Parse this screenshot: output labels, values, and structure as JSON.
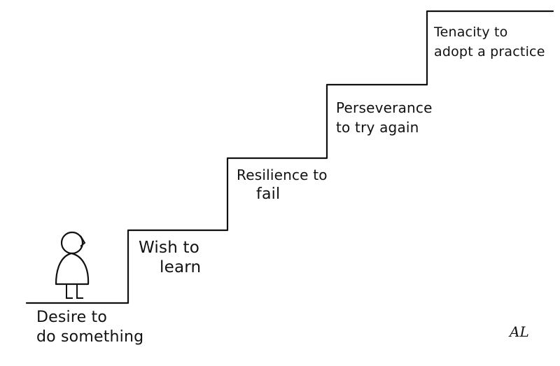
{
  "steps": [
    {
      "line1": "Desire to",
      "line2": "do something"
    },
    {
      "line1": "Wish to",
      "line2": "learn"
    },
    {
      "line1": "Resilience to",
      "line2": "fail"
    },
    {
      "line1": "Perseverance",
      "line2": "to try again"
    },
    {
      "line1": "Tenacity to",
      "line2": "adopt a practice"
    }
  ],
  "signature": "AL",
  "colors": {
    "ink": "#111111",
    "paper": "#ffffff"
  }
}
